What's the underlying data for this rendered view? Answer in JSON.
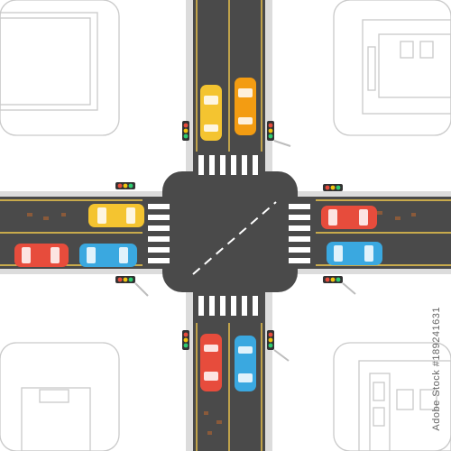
{
  "scene": {
    "colors": {
      "asphalt": "#4a4a4a",
      "curb": "#d9d9d9",
      "lane_yellow": "#f2c94c",
      "crosswalk": "#ffffff",
      "car_yellow": "#f4c430",
      "car_orange": "#f39c12",
      "car_red": "#e74c3c",
      "car_blue": "#3aa8e0",
      "traffic_red": "#e74c3c",
      "traffic_yellow": "#f1c40f",
      "traffic_green": "#2ecc71",
      "building_line": "#bdbdbd"
    },
    "vehicles": [
      {
        "id": "car-north-yellow",
        "color": "yellow"
      },
      {
        "id": "car-north-orange",
        "color": "orange"
      },
      {
        "id": "car-west-yellow",
        "color": "yellow"
      },
      {
        "id": "car-west-red",
        "color": "red"
      },
      {
        "id": "car-west-blue",
        "color": "blue"
      },
      {
        "id": "car-east-red",
        "color": "red"
      },
      {
        "id": "car-east-blue",
        "color": "blue"
      },
      {
        "id": "car-south-red",
        "color": "red"
      },
      {
        "id": "car-south-blue",
        "color": "blue"
      }
    ],
    "traffic_lights_count": 8
  },
  "watermark": {
    "brand": "Adobe Stock",
    "id": "#189241631"
  }
}
